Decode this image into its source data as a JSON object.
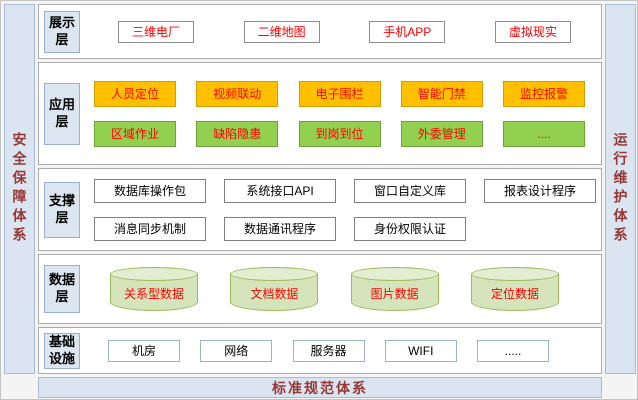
{
  "pillars": {
    "left": "安全保障体系",
    "right": "运行维护体系",
    "bottom": "标准规范体系"
  },
  "layers": {
    "presentation": {
      "label": "展示层",
      "items": [
        "三维电厂",
        "二维地图",
        "手机APP",
        "虚拟现实"
      ]
    },
    "application": {
      "label": "应用层",
      "row1": [
        "人员定位",
        "视频联动",
        "电子围栏",
        "智能门禁",
        "监控报警"
      ],
      "row2": [
        "区域作业",
        "缺陷隐患",
        "到岗到位",
        "外委管理",
        "...."
      ]
    },
    "support": {
      "label": "支撑层",
      "row1": [
        "数据库操作包",
        "系统接口API",
        "窗口自定义库",
        "报表设计程序"
      ],
      "row2": [
        "消息同步机制",
        "数据通讯程序",
        "身份权限认证"
      ]
    },
    "data": {
      "label": "数据层",
      "items": [
        "关系型数据",
        "文档数据",
        "图片数据",
        "定位数据"
      ]
    },
    "infrastructure": {
      "label": "基础设施",
      "items": [
        "机房",
        "网络",
        "服务器",
        "WIFI",
        "....."
      ]
    }
  },
  "colors": {
    "pillar_bg": "#dbe5f1",
    "label_bg": "#dce6f1",
    "yellow_box": "#ffc000",
    "green_box": "#92d050",
    "cylinder": "#d6e4bc",
    "red_text": "#ff0000",
    "dark_red_text": "#953734"
  }
}
